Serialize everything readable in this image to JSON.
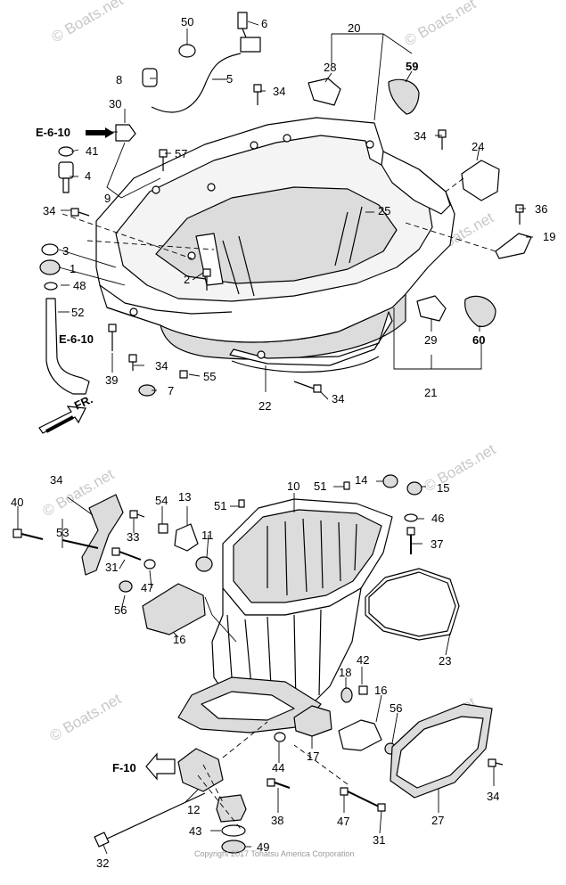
{
  "watermark": "© Boats.net",
  "copyright": "Copyright 2017 Tohatsu America Corporation",
  "direction_label": "FR.",
  "references": [
    "E-6-10",
    "E-6-10",
    "F-10"
  ],
  "callouts": [
    "50",
    "6",
    "20",
    "28",
    "59",
    "8",
    "5",
    "34",
    "30",
    "E-6-10",
    "41",
    "57",
    "34",
    "24",
    "4",
    "9",
    "34",
    "36",
    "25",
    "3",
    "19",
    "1",
    "48",
    "2",
    "52",
    "29",
    "60",
    "E-6-10",
    "39",
    "34",
    "7",
    "55",
    "22",
    "34",
    "21",
    "34",
    "53",
    "40",
    "54",
    "13",
    "51",
    "10",
    "51",
    "14",
    "15",
    "46",
    "33",
    "11",
    "37",
    "31",
    "47",
    "56",
    "16",
    "23",
    "42",
    "18",
    "16",
    "56",
    "17",
    "44",
    "F-10",
    "12",
    "38",
    "47",
    "34",
    "27",
    "43",
    "49",
    "31",
    "32"
  ]
}
